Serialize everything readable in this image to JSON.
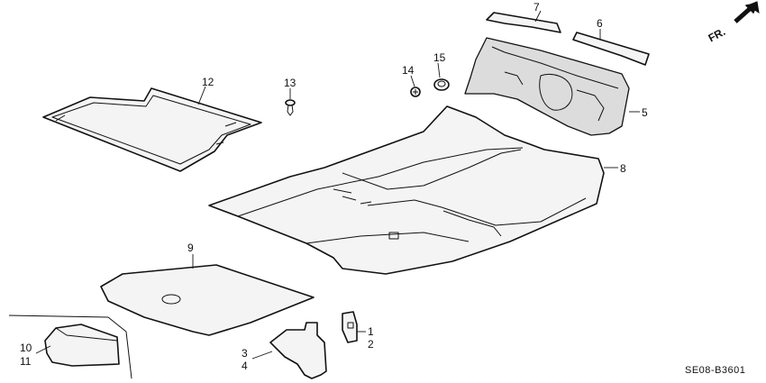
{
  "diagram": {
    "direction_label": "FR.",
    "figure_code": "SE08-B3601",
    "callouts": {
      "c1": "1",
      "c2": "2",
      "c3": "3",
      "c4": "4",
      "c5": "5",
      "c6": "6",
      "c7": "7",
      "c8": "8",
      "c9": "9",
      "c10": "10",
      "c11": "11",
      "c12": "12",
      "c13": "13",
      "c14": "14",
      "c15": "15"
    }
  }
}
